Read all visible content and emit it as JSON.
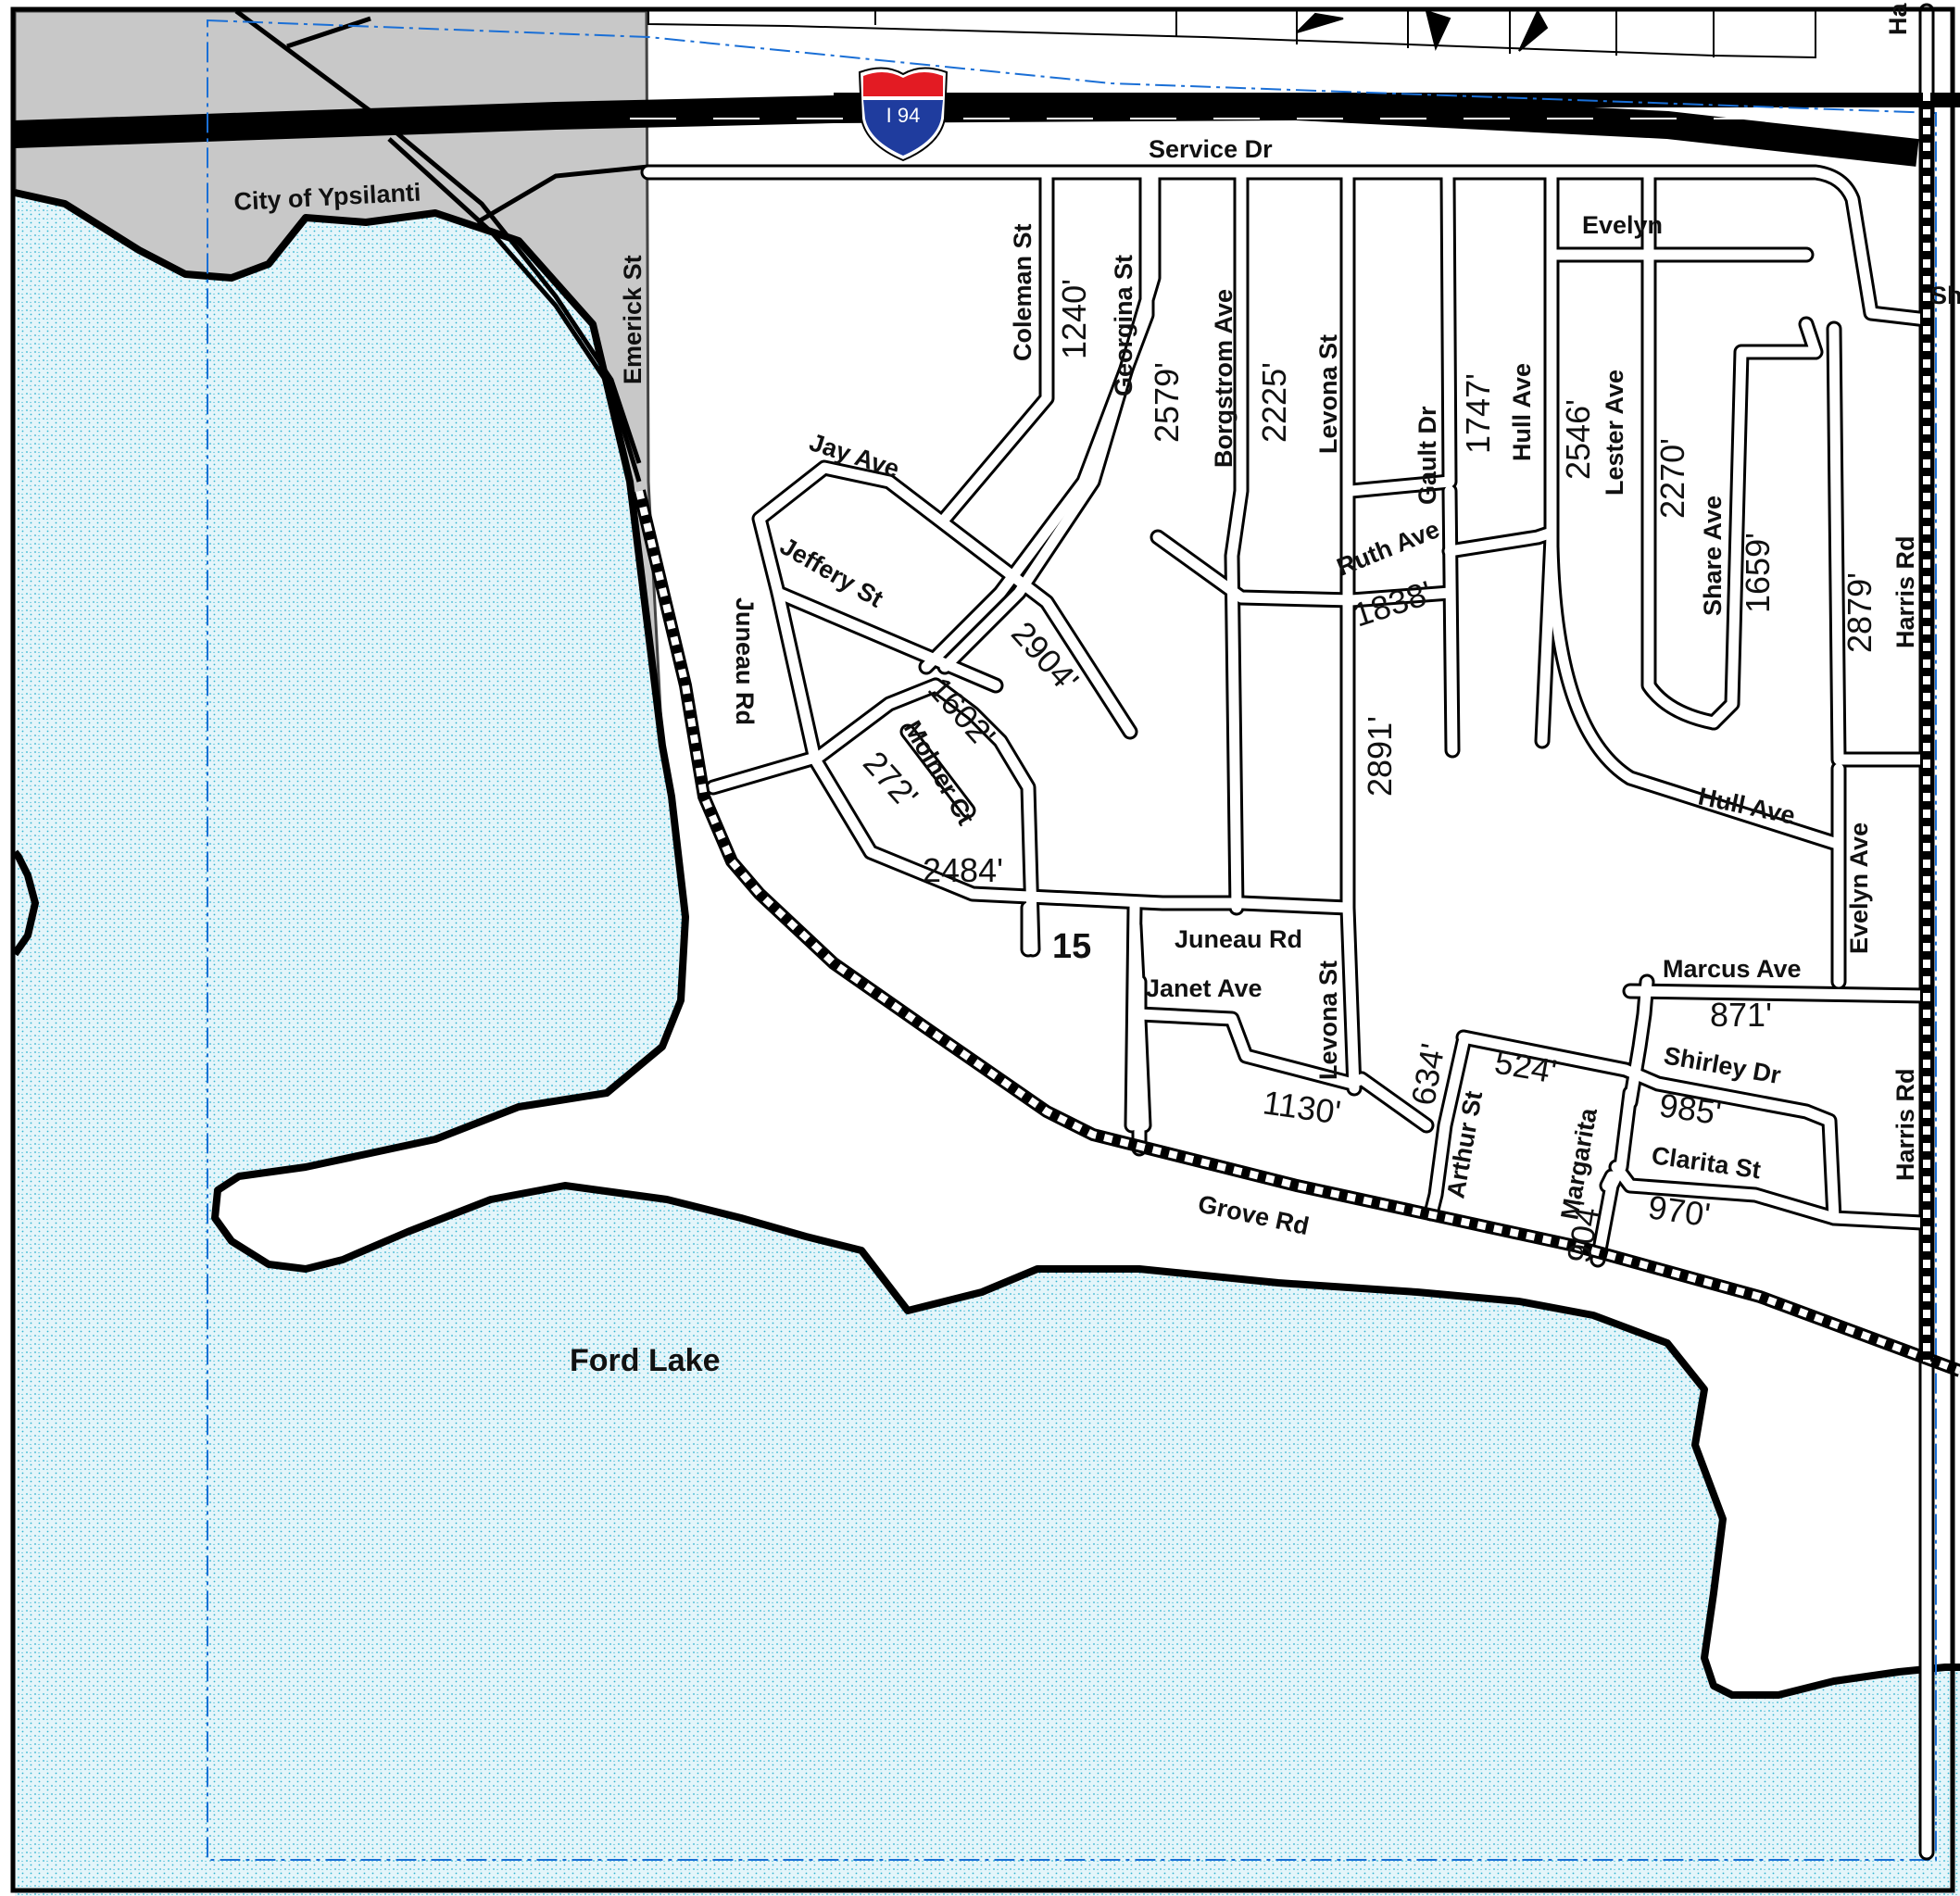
{
  "colors": {
    "water_fill": "#e4f5fa",
    "water_dots": "#2fb2d0",
    "city_fill": "#c8c8c8",
    "boundary_blue": "#1a6fd6",
    "shield_red": "#e31b23",
    "shield_blue": "#1f3c9e"
  },
  "highway": {
    "shield_label": "I 94"
  },
  "areas": {
    "city": "City of Ypsilanti",
    "lake": "Ford Lake",
    "section_number": "15"
  },
  "streets": {
    "service_dr": "Service Dr",
    "emerick_st": "Emerick St",
    "coleman_st": "Coleman St",
    "georgina_st": "Georgina St",
    "borgstrom_ave": "Borgstrom Ave",
    "levona_st_north": "Levona St",
    "gault_dr": "Gault Dr",
    "hull_ave_north": "Hull Ave",
    "lester_ave": "Lester Ave",
    "evelyn": "Evelyn",
    "share_ave": "Share Ave",
    "harris_rd_north": "Harris Rd",
    "harris_rd_south": "Harris Rd",
    "jay_ave": "Jay Ave",
    "jeffery_st": "Jeffery St",
    "juneau_rd_vertical": "Juneau Rd",
    "molner_ct": "Molner Ct",
    "ruth_ave": "Ruth Ave",
    "hull_ave_south": "Hull Ave",
    "evelyn_ave": "Evelyn Ave",
    "juneau_rd_east": "Juneau Rd",
    "janet_ave": "Janet Ave",
    "levona_st_south": "Levona St",
    "marcus_ave": "Marcus Ave",
    "shirley_dr": "Shirley Dr",
    "clarita_st": "Clarita St",
    "arthur_st": "Arthur St",
    "margarita": "Margarita",
    "grove_rd": "Grove Rd",
    "partial_ha": "Ha",
    "partial_sh": "Sh"
  },
  "lengths": {
    "coleman": "1240'",
    "georgina": "2579'",
    "borgstrom": "2225'",
    "gault": "1747'",
    "lester": "2546'",
    "share_west": "2270'",
    "share_east": "1659'",
    "evelyn_ave": "2879'",
    "jay_ave": "2904'",
    "jeffery": "1602'",
    "molner": "272'",
    "juneau_rd": "2484'",
    "ruth_ave": "1838'",
    "levona": "2891'",
    "marcus": "871'",
    "arthur": "634'",
    "janet": "1130'",
    "margarita_north": "524'",
    "shirley": "985'",
    "margarita_south": "904'",
    "clarita": "970'"
  }
}
